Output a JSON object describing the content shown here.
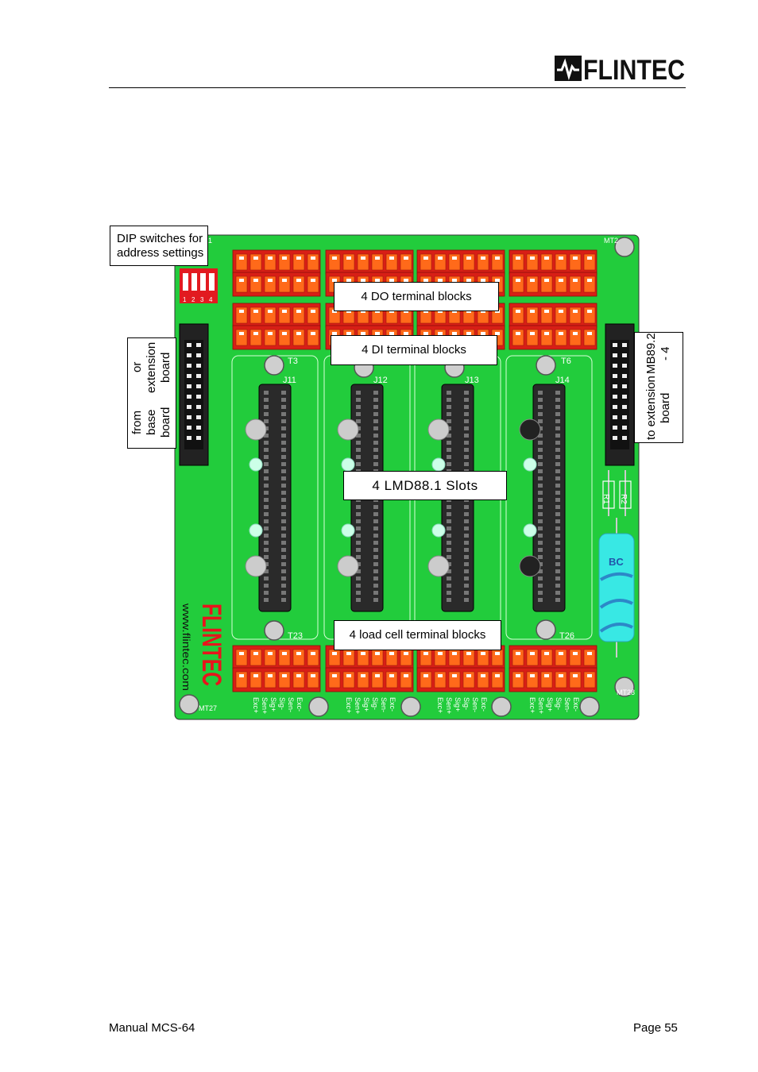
{
  "header": {
    "logo_text": "FLINTEC"
  },
  "board": {
    "mount_labels": {
      "top_left": "1",
      "top_right": "MT2",
      "bottom_left": "MT27",
      "bottom_right": "MT28"
    },
    "dip_numbers": [
      "1",
      "2",
      "3",
      "4"
    ],
    "terminal_labels": [
      "T3",
      "T6",
      "T23",
      "T26"
    ],
    "slot_labels": [
      "J11",
      "J12",
      "J13",
      "J14"
    ],
    "load_cell_pins": [
      "Exc+",
      "Sen+",
      "Sig+",
      "Sig-",
      "Sen-",
      "Exc-"
    ],
    "resistors": [
      "R1",
      "R2"
    ],
    "capacitor_label": "BC",
    "side_logo": "FLINTEC",
    "website": "www.flintec.com"
  },
  "callouts": {
    "dip": [
      "DIP switches for",
      "address settings"
    ],
    "do_blocks": "4 DO terminal blocks",
    "di_blocks": "4 DI terminal blocks",
    "from_board": [
      "from base board",
      "or extension board"
    ],
    "to_board": [
      "to extension board",
      "MB89.2 - 4"
    ],
    "slots": "4 LMD88.1 Slots",
    "load_cell_blocks": "4 load cell terminal blocks"
  },
  "footer": {
    "manual": "Manual MCS-64",
    "page": "Page  55"
  },
  "colors": {
    "pcb": "#22cc3c",
    "terminal_red": "#d81f16",
    "terminal_orange": "#ff6a1a",
    "logo_red": "#e8141c"
  }
}
